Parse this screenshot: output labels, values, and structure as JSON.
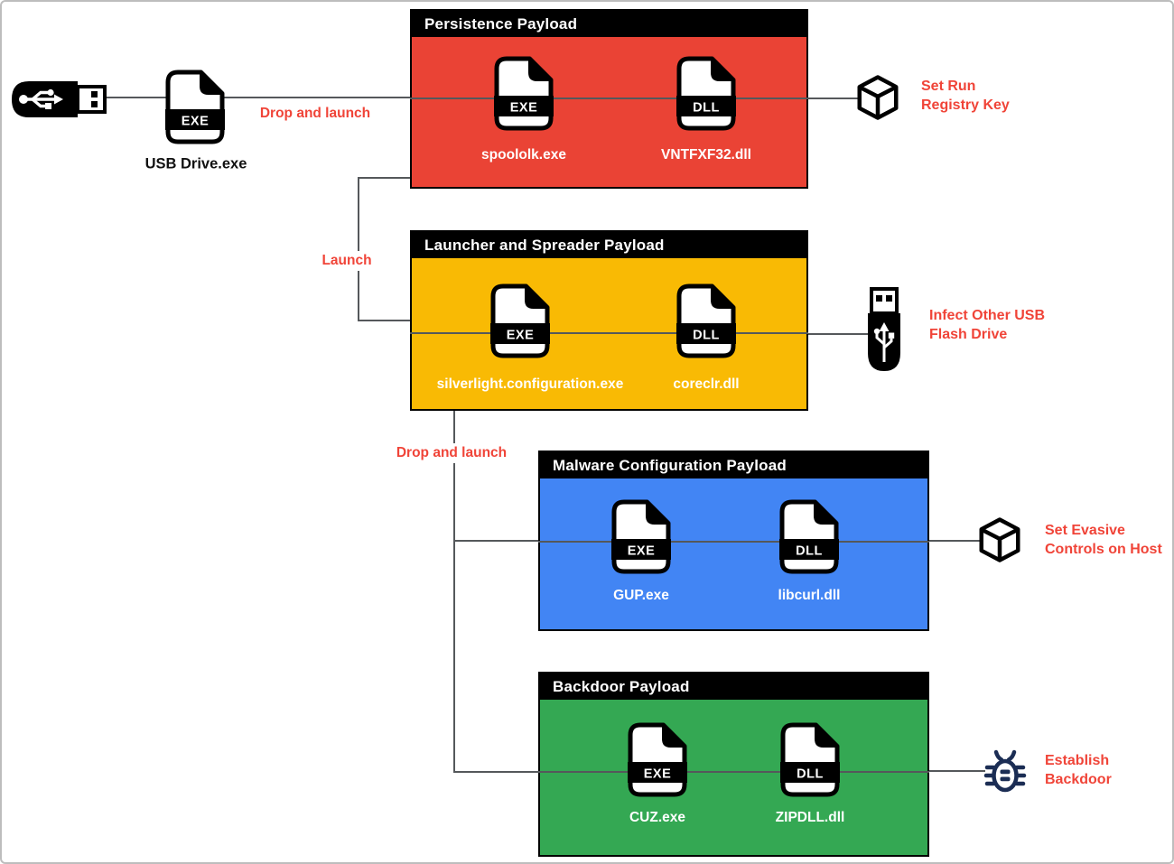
{
  "title": "USB malware infection chain diagram",
  "colors": {
    "persistence_red": "#EA4335",
    "launcher_yellow": "#F9BA04",
    "malware_blue": "#4285F4",
    "backdoor_green": "#34A853",
    "annotation_red": "#F04438",
    "connector_gray": "#55585B",
    "header_black": "#000000",
    "bug_navy": "#1B2D54"
  },
  "icons": [
    "usb-stick-icon",
    "exe-file-icon",
    "dll-file-icon",
    "cube-icon",
    "usb-flash-drive-icon",
    "bug-icon"
  ],
  "source": {
    "file_badge": "EXE",
    "file_name": "USB Drive.exe"
  },
  "edges": {
    "drop_and_launch_1": "Drop and launch",
    "launch": "Launch",
    "drop_and_launch_2": "Drop and launch"
  },
  "payloads": [
    {
      "title": "Persistence Payload",
      "color": "#EA4335",
      "exe": {
        "badge": "EXE",
        "name": "spoololk.exe"
      },
      "dll": {
        "badge": "DLL",
        "name": "VNTFXF32.dll"
      },
      "action": {
        "icon": "cube-icon",
        "lines": [
          "Set Run",
          "Registry Key"
        ]
      }
    },
    {
      "title": "Launcher and Spreader Payload",
      "color": "#F9BA04",
      "exe": {
        "badge": "EXE",
        "name": "silverlight.configuration.exe"
      },
      "dll": {
        "badge": "DLL",
        "name": "coreclr.dll"
      },
      "action": {
        "icon": "usb-flash-drive-icon",
        "lines": [
          "Infect Other USB",
          "Flash Drive"
        ]
      }
    },
    {
      "title": "Malware Configuration Payload",
      "color": "#4285F4",
      "exe": {
        "badge": "EXE",
        "name": "GUP.exe"
      },
      "dll": {
        "badge": "DLL",
        "name": "libcurl.dll"
      },
      "action": {
        "icon": "cube-icon",
        "lines": [
          "Set Evasive",
          "Controls on Host"
        ]
      }
    },
    {
      "title": "Backdoor Payload",
      "color": "#34A853",
      "exe": {
        "badge": "EXE",
        "name": "CUZ.exe"
      },
      "dll": {
        "badge": "DLL",
        "name": "ZIPDLL.dll"
      },
      "action": {
        "icon": "bug-icon",
        "lines": [
          "Establish",
          "Backdoor"
        ]
      }
    }
  ]
}
